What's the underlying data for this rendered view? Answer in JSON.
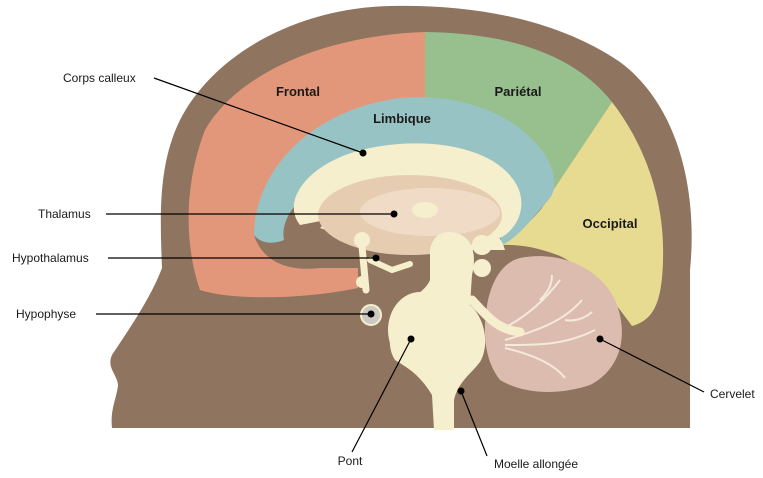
{
  "regions": {
    "frontal": "Frontal",
    "parietal": "Pariétal",
    "limbic": "Limbique",
    "occipital": "Occipital"
  },
  "labels": {
    "corpus_callosum": "Corps calleux",
    "thalamus": "Thalamus",
    "hypothalamus": "Hypothalamus",
    "pituitary": "Hypophyse",
    "pons": "Pont",
    "medulla": "Moelle allongée",
    "cerebellum": "Cervelet"
  },
  "colors": {
    "head": "#8f7460",
    "frontal": "#e3977a",
    "parietal": "#98bf8e",
    "limbic": "#98c3c4",
    "occipital": "#e7db92",
    "inner": "#f5efcd",
    "thalamus": "#e6cdb2",
    "cerebellum": "#ddbcb0"
  }
}
